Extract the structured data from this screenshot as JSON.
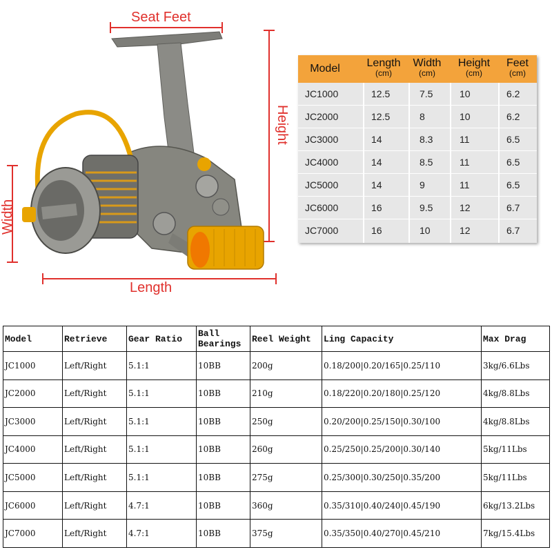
{
  "dimensions": {
    "seat_feet": "Seat Feet",
    "height": "Height",
    "width": "Width",
    "length": "Length"
  },
  "size_table": {
    "headers": [
      {
        "title": "Model",
        "unit": ""
      },
      {
        "title": "Length",
        "unit": "(cm)"
      },
      {
        "title": "Width",
        "unit": "(cm)"
      },
      {
        "title": "Height",
        "unit": "(cm)"
      },
      {
        "title": "Feet",
        "unit": "(cm)"
      }
    ],
    "rows": [
      [
        "JC1000",
        "12.5",
        "7.5",
        "10",
        "6.2"
      ],
      [
        "JC2000",
        "12.5",
        "8",
        "10",
        "6.2"
      ],
      [
        "JC3000",
        "14",
        "8.3",
        "11",
        "6.5"
      ],
      [
        "JC4000",
        "14",
        "8.5",
        "11",
        "6.5"
      ],
      [
        "JC5000",
        "14",
        "9",
        "11",
        "6.5"
      ],
      [
        "JC6000",
        "16",
        "9.5",
        "12",
        "6.7"
      ],
      [
        "JC7000",
        "16",
        "10",
        "12",
        "6.7"
      ]
    ]
  },
  "spec_table": {
    "headers": [
      "Model",
      "Retrieve",
      "Gear Ratio",
      "Ball Bearings",
      "Reel Weight",
      "Ling Capacity",
      "Max Drag"
    ],
    "rows": [
      [
        "JC1000",
        "Left/Right",
        "5.1:1",
        "10BB",
        "200g",
        "0.18/200|0.20/165|0.25/110",
        "3kg/6.6Lbs"
      ],
      [
        "JC2000",
        "Left/Right",
        "5.1:1",
        "10BB",
        "210g",
        "0.18/220|0.20/180|0.25/120",
        "4kg/8.8Lbs"
      ],
      [
        "JC3000",
        "Left/Right",
        "5.1:1",
        "10BB",
        "250g",
        "0.20/200|0.25/150|0.30/100",
        "4kg/8.8Lbs"
      ],
      [
        "JC4000",
        "Left/Right",
        "5.1:1",
        "10BB",
        "260g",
        "0.25/250|0.25/200|0.30/140",
        "5kg/11Lbs"
      ],
      [
        "JC5000",
        "Left/Right",
        "5.1:1",
        "10BB",
        "275g",
        "0.25/300|0.30/250|0.35/200",
        "5kg/11Lbs"
      ],
      [
        "JC6000",
        "Left/Right",
        "4.7:1",
        "10BB",
        "360g",
        "0.35/310|0.40/240|0.45/190",
        "6kg/13.2Lbs"
      ],
      [
        "JC7000",
        "Left/Right",
        "4.7:1",
        "10BB",
        "375g",
        "0.35/350|0.40/270|0.45/210",
        "7kg/15.4Lbs"
      ]
    ]
  },
  "colors": {
    "annotation_red": "#e0302c",
    "header_orange": "#f3a33b",
    "table_gray": "#e7e7e7",
    "reel_gold": "#e8a400",
    "reel_gray": "#8a8a86"
  }
}
